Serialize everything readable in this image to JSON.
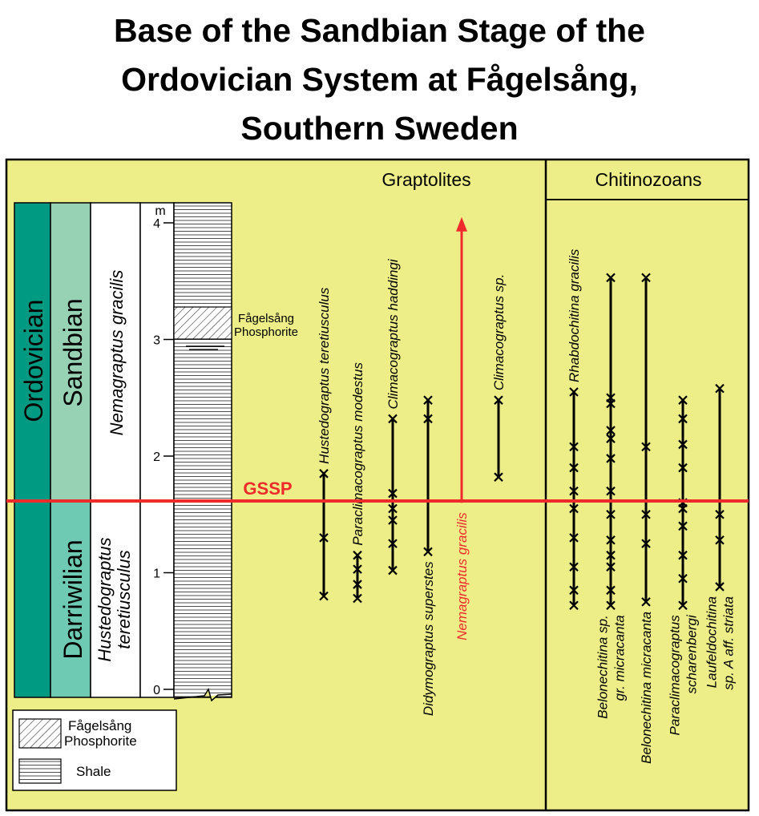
{
  "title": {
    "line1": "Base of the Sandbian Stage of the",
    "line2": "Ordovician System at Fågelsång,",
    "line3": "Southern Sweden"
  },
  "colors": {
    "panel": "#eeee88",
    "system": "#009a82",
    "stage": "#98d2b5",
    "darriwilian": "#6fcab4",
    "gssp": "#ee2b2b",
    "ranges": "#000000"
  },
  "columns": {
    "system": "Ordovician",
    "stage_upper": "Sandbian",
    "stage_lower": "Darriwilian",
    "zone_upper": "Nemagraptus gracilis",
    "zone_lower_1": "Hustedograptus",
    "zone_lower_2": "teretiusculus"
  },
  "scale": {
    "unit": "m",
    "ticks": [
      "0",
      "1",
      "2",
      "3",
      "4"
    ]
  },
  "phosphorite_label": [
    "Fågelsång",
    "Phosphorite"
  ],
  "gssp_label": "GSSP",
  "groups": {
    "graptolites": "Graptolites",
    "chitinozoans": "Chitinozoans"
  },
  "legend": {
    "phosphorite": [
      "Fågelsång",
      "Phosphorite"
    ],
    "shale": "Shale"
  },
  "taxa": [
    {
      "group": "graptolites",
      "name": [
        "Hustedograptus teretiusculus"
      ],
      "label": "above",
      "range": [
        0.8,
        1.85
      ],
      "marks": [
        0.8,
        1.3,
        1.85
      ]
    },
    {
      "group": "graptolites",
      "name": [
        "Paraclimacograptus modestus"
      ],
      "label": "above",
      "range": [
        0.78,
        1.15
      ],
      "marks": [
        0.78,
        0.9,
        1.03,
        1.15
      ]
    },
    {
      "group": "graptolites",
      "name": [
        "Climacograptus haddingi"
      ],
      "label": "above",
      "range": [
        1.02,
        2.32
      ],
      "marks": [
        1.02,
        1.25,
        1.45,
        1.55,
        1.68,
        2.32
      ]
    },
    {
      "group": "graptolites",
      "name": [
        "Didymograptus superstes"
      ],
      "label": "below",
      "range": [
        1.18,
        2.48
      ],
      "marks": [
        1.18,
        2.32,
        2.48
      ]
    },
    {
      "group": "graptolites",
      "name": [
        "Nemagraptus gracilis"
      ],
      "label": "below",
      "range": [
        1.6,
        4.05
      ],
      "arrow": true,
      "highlight": true
    },
    {
      "group": "graptolites",
      "name": [
        "Climacograptus sp."
      ],
      "label": "above",
      "range": [
        1.82,
        2.48
      ],
      "marks": [
        1.82,
        2.48
      ]
    },
    {
      "group": "chitinozoans",
      "name": [
        "Rhabdochitina gracilis"
      ],
      "label": "above",
      "range": [
        0.72,
        2.55
      ],
      "marks": [
        0.72,
        0.85,
        1.05,
        1.3,
        1.55,
        1.7,
        1.9,
        2.08,
        2.55
      ]
    },
    {
      "group": "chitinozoans",
      "name": [
        "Belonechitina sp.",
        "gr. micracanta"
      ],
      "label": "below",
      "range": [
        0.72,
        3.53
      ],
      "marks": [
        0.72,
        0.85,
        1.05,
        1.15,
        1.28,
        1.5,
        1.7,
        1.98,
        2.15,
        2.22,
        2.45,
        2.5,
        3.53
      ]
    },
    {
      "group": "chitinozoans",
      "name": [
        "Belonechitina micracanta"
      ],
      "label": "below",
      "range": [
        0.75,
        3.53
      ],
      "marks": [
        0.75,
        1.25,
        1.5,
        2.08,
        3.53
      ]
    },
    {
      "group": "chitinozoans",
      "name": [
        "Paraclimacograptus",
        "scharenbergi"
      ],
      "label": "below",
      "range": [
        0.72,
        2.48
      ],
      "marks": [
        0.72,
        0.95,
        1.15,
        1.4,
        1.55,
        1.6,
        1.9,
        2.1,
        2.32,
        2.48
      ]
    },
    {
      "group": "chitinozoans",
      "name": [
        "Laufeldochitina",
        "sp. A aff. striata"
      ],
      "label": "below",
      "range": [
        0.88,
        2.58
      ],
      "marks": [
        0.88,
        1.28,
        1.5,
        2.58
      ]
    }
  ]
}
